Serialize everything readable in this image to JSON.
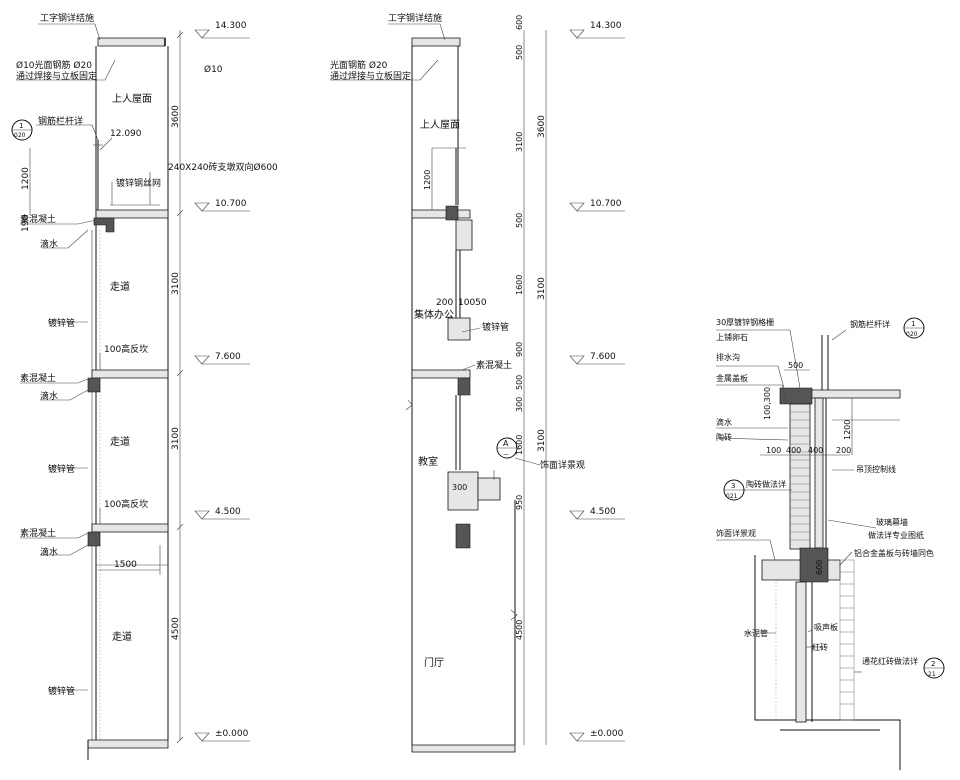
{
  "left_section": {
    "elevations": [
      "14.300",
      "10.700",
      "7.600",
      "4.500",
      "±0.000"
    ],
    "dims": [
      "3600",
      "3100",
      "3100",
      "4500",
      "1200",
      "190"
    ],
    "labels": {
      "steel_detail": "工字钢详结施",
      "steel_rod_line1": "Ø10光面钢筋 Ø20",
      "steel_rod_line2": "通过焊接与立板固定",
      "phi10": "Ø10",
      "roof": "上人屋面",
      "railing": "钢筋栏杆详",
      "level_12090": "12.090",
      "support": "240X240砖支墩双向Ø600",
      "mesh": "镀锌钢丝网",
      "concrete_1": "素混凝土",
      "drip_1": "滴水",
      "corridor_1": "走道",
      "pipe_1": "镀锌管",
      "curb_1": "100高反坎",
      "concrete_2": "素混凝土",
      "drip_2": "滴水",
      "corridor_2": "走道",
      "pipe_2": "镀锌管",
      "curb_2": "100高反坎",
      "concrete_3": "素混凝土",
      "drip_3": "滴水",
      "dim_1500": "1500",
      "corridor_3": "走道",
      "pipe_3": "镀锌管"
    },
    "bubble": {
      "top": "1",
      "bottom": "020"
    }
  },
  "middle_section": {
    "elevations": [
      "14.300",
      "10.700",
      "7.600",
      "4.500",
      "±0.000"
    ],
    "dims_inner": [
      "600",
      "500",
      "3100",
      "500",
      "1600",
      "900",
      "500",
      "300",
      "1600",
      "950",
      "4500",
      "1200"
    ],
    "dims_outer": [
      "3600",
      "3100",
      "3100"
    ],
    "labels": {
      "steel_detail": "工字钢详结施",
      "steel_rod_line1": "光面钢筋 Ø20",
      "steel_rod_line2": "通过焊接与立板固定",
      "roof": "上人屋面",
      "dim_200": "200",
      "dim_10050": "10050",
      "office": "集体办公",
      "pipe": "镀锌管",
      "concrete": "素混凝土",
      "classroom": "教室",
      "finish": "饰面详景观",
      "dim_300": "300",
      "lobby": "门厅"
    },
    "bubble": {
      "top": "A",
      "bottom": "—"
    }
  },
  "detail": {
    "labels": {
      "grating_line1": "30厚镀锌钢格栅",
      "grating_line2": "上铺卵石",
      "drain": "排水沟",
      "metal_cover": "金属盖板",
      "dim_500": "500",
      "dim_100_300": "100,300",
      "drip": "滴水",
      "tile": "陶砖",
      "dim_100": "100",
      "dim_400a": "400",
      "dim_400b": "400",
      "dim_200": "200",
      "dim_1200": "1200",
      "railing": "钢筋栏杆详",
      "ceiling_line": "吊顶控制线",
      "tile_detail": "陶砖做法详",
      "curtain_line1": "玻璃幕墙",
      "curtain_line2": "做法详专业图纸",
      "finish": "饰面详景观",
      "aluminum": "铝合金盖板与砖墙同色",
      "dim_600": "600",
      "cement_pipe": "水泥管",
      "sound_panel": "吸声板",
      "red_brick": "红砖",
      "pattern_brick": "通花红砖做法详"
    },
    "bubble_railing": {
      "top": "1",
      "bottom": "020"
    },
    "bubble_tile": {
      "top": "3",
      "bottom": "021"
    },
    "bubble_brick": {
      "top": "2",
      "bottom": "21"
    }
  }
}
